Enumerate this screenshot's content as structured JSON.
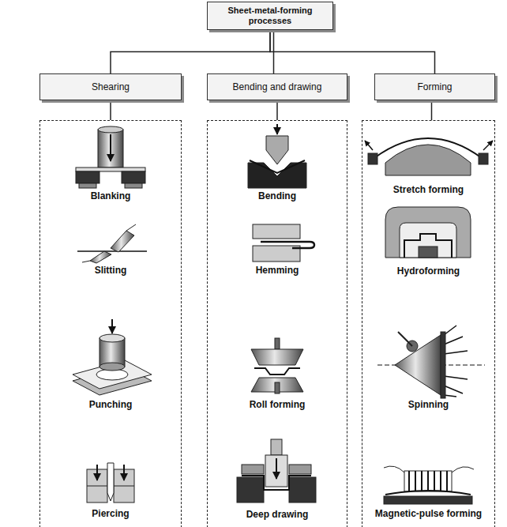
{
  "diagram": {
    "nodes": [
      {
        "text": [
          "Sheet-metal-forming processes"
        ]
      },
      {
        "text": [
          "Shearing"
        ]
      },
      {
        "text": [
          "Bending and drawing"
        ]
      },
      {
        "text": [
          "Forming"
        ]
      },
      {
        "text": [
          "Blanking",
          "Slitting",
          "Punching",
          "Piercing"
        ]
      },
      {
        "text": [
          "Bending",
          "Hemming",
          "Roll forming",
          "Deep drawing"
        ]
      },
      {
        "text": [
          "Stretch forming",
          "Hydroforming",
          "Spinning",
          "Magnetic-pulse forming"
        ]
      }
    ],
    "edges": [
      {
        "from": 0,
        "to": 1,
        "arrow": "none"
      },
      {
        "from": 0,
        "to": 2,
        "arrow": "none"
      },
      {
        "from": 0,
        "to": 3,
        "arrow": "none"
      },
      {
        "from": 1,
        "to": 4,
        "arrow": "none"
      },
      {
        "from": 2,
        "to": 5,
        "arrow": "none"
      },
      {
        "from": 3,
        "to": 6,
        "arrow": "none"
      }
    ]
  }
}
